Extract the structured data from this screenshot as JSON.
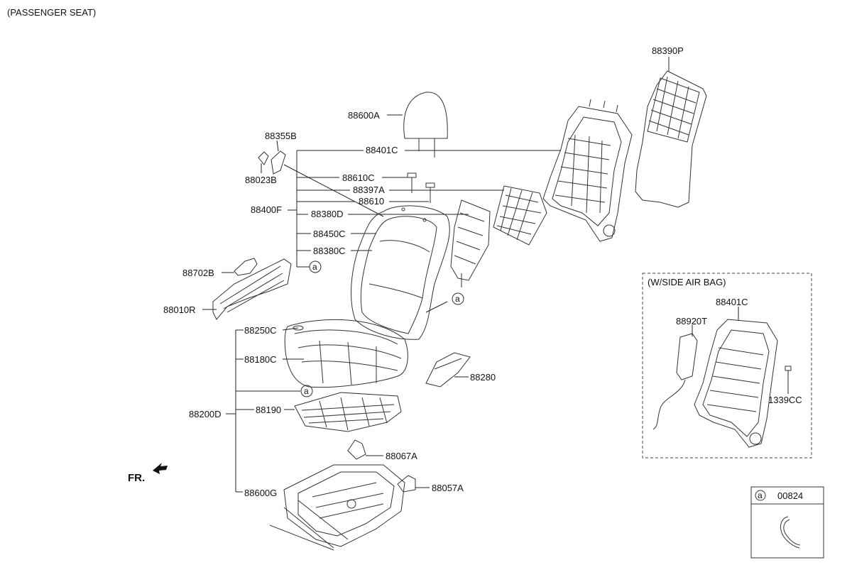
{
  "header": {
    "title": "(PASSENGER SEAT)"
  },
  "labels": {
    "p88390P": "88390P",
    "p88600A": "88600A",
    "p88355B": "88355B",
    "p88401C": "88401C",
    "p88023B": "88023B",
    "p88610C": "88610C",
    "p88397A": "88397A",
    "p88610": "88610",
    "p88400F": "88400F",
    "p88380D": "88380D",
    "p88450C": "88450C",
    "p88380C": "88380C",
    "p88702B": "88702B",
    "p88010R": "88010R",
    "p88250C": "88250C",
    "p88180C": "88180C",
    "p88280": "88280",
    "p88200D": "88200D",
    "p88190": "88190",
    "p88067A": "88067A",
    "p88057A": "88057A",
    "p88600G": "88600G",
    "fr": "FR."
  },
  "callout_marker": "a",
  "side_airbag": {
    "title": "(W/SIDE AIR BAG)",
    "p88401C": "88401C",
    "p88920T": "88920T",
    "p1339CC": "1339CC"
  },
  "legend": {
    "marker": "a",
    "part": "00824"
  }
}
